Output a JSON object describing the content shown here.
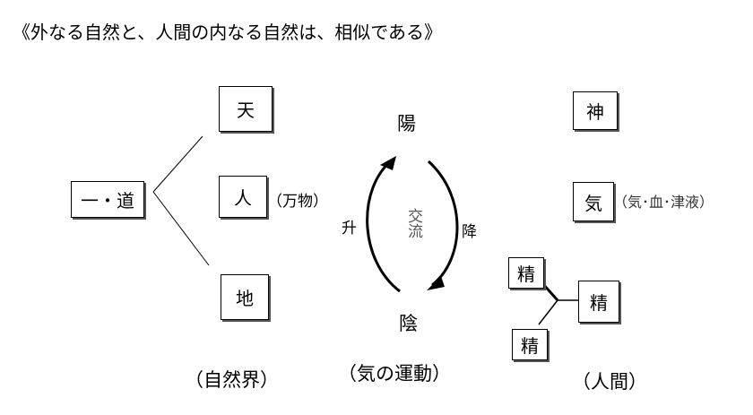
{
  "title": "《外なる自然と、人間の内なる自然は、相似である》",
  "nature": {
    "origin": "一・道",
    "heaven": "天",
    "human": "人",
    "human_note": "（万物）",
    "earth": "地",
    "caption": "（自然界）"
  },
  "qi": {
    "yang": "陽",
    "yin": "陰",
    "rise": "升",
    "descend": "降",
    "exchange": "交流",
    "caption": "（気の運動）"
  },
  "humanbody": {
    "spirit": "神",
    "qi": "気",
    "qi_note": "（気･血･津液）",
    "essence_top": "精",
    "essence_bottom": "精",
    "essence_center": "精",
    "caption": "（人間）"
  }
}
